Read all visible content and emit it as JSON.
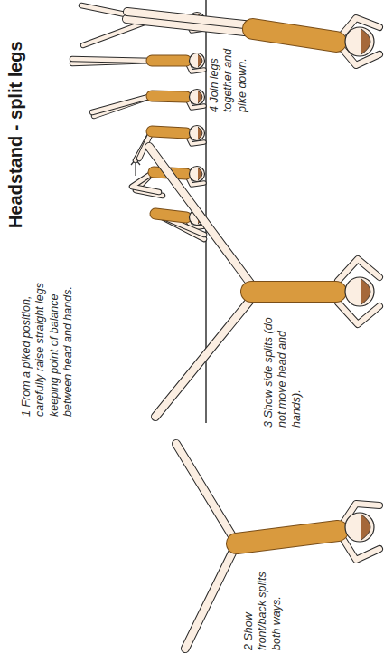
{
  "diagram": {
    "title": "Headstand - split legs",
    "labels": [
      "1 From a piked position, carefully raise straight legs keeping point of balance between head and hands.",
      "2 Show front/back splits both ways.",
      "3 Show side splits (do not move head and hands).",
      "4 Join legs together and pike down."
    ]
  }
}
